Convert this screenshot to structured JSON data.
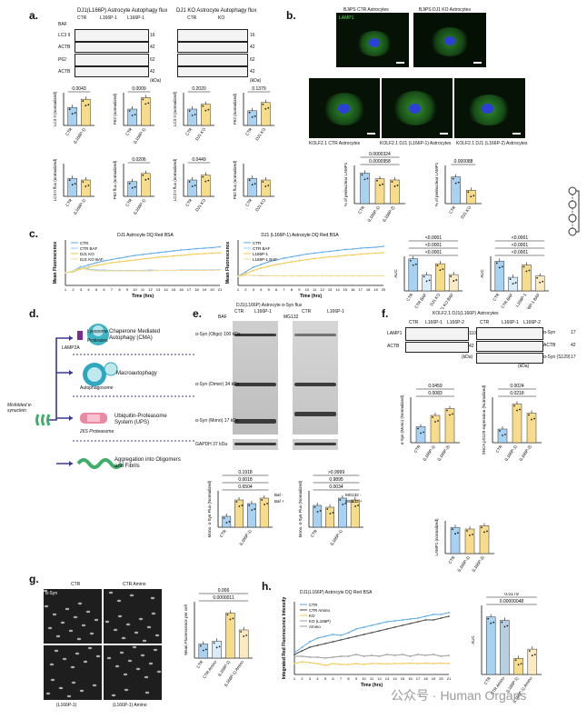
{
  "panels": {
    "a": {
      "letter": "a.",
      "title_left": "DJ1(L166P) Astrocyte Autophagy flux",
      "title_right": "DJ1 KO Astrocyte Autophagy flux",
      "baf_label": "BAF",
      "plus_minus": [
        "-",
        "+",
        "-",
        "+"
      ],
      "lanes_left": [
        "CTR",
        "L166P-1",
        "L166P-1"
      ],
      "lanes_right": [
        "CTR",
        "KO"
      ],
      "blot_rows": [
        "LC3 II",
        "ACTB",
        "P62",
        "ACTB"
      ],
      "kda": [
        "16",
        "42",
        "62",
        "42"
      ],
      "kda_unit": "(kDa)",
      "charts": [
        {
          "ylabel": "LC3 II (normalized)",
          "p": "0.0043",
          "cats": [
            "CTR",
            "(L166P-1)"
          ]
        },
        {
          "ylabel": "P62 (normalized)",
          "p": "0.0009",
          "cats": [
            "CTR",
            "(L166P-1)"
          ]
        },
        {
          "ylabel": "LC3 II (normalized)",
          "p": "0.2020",
          "cats": [
            "CTR",
            "DJ1 KO"
          ]
        },
        {
          "ylabel": "P62 (normalized)",
          "p": "0.1379",
          "cats": [
            "CTR",
            "DJ1 KO"
          ]
        },
        {
          "ylabel": "LC3 II flux (normalized)",
          "p": "",
          "cats": [
            "CTR",
            "(L166P-1)"
          ]
        },
        {
          "ylabel": "P62 flux (normalized)",
          "p": "0.0206",
          "cats": [
            "CTR",
            "(L166P-1)"
          ]
        },
        {
          "ylabel": "LC3 II flux (normalized)",
          "p": "0.0449",
          "cats": [
            "CTR",
            "DJ1 KO"
          ]
        },
        {
          "ylabel": "P62 flux (normalized)",
          "p": "",
          "cats": [
            "CTR",
            "DJ1 KO"
          ]
        }
      ]
    },
    "b": {
      "letter": "b.",
      "img_top_left": "BJiPS CTR Astrocytes",
      "img_top_right": "BJiPS DJ1 KO Astrocytes",
      "lamp1": "LAMP1",
      "img_bottom": [
        "KOLF2.1 CTR Astrocytes",
        "KOLF2.1 DJ1 (L166P-1) Astrocytes",
        "KOLF2.1 DJ1 (L166P-2) Astrocytes"
      ],
      "chart_left": {
        "ylabel": "% of perinuclear LAMP1",
        "p1": "0.0000324",
        "p2": "0.0000958",
        "cats": [
          "CTR",
          "(L166P-1)",
          "(L166P-2)"
        ]
      },
      "chart_right": {
        "ylabel": "% of perinuclear LAMP1",
        "p1": "0.000088",
        "cats": [
          "CTR",
          "DJ1 KO"
        ]
      }
    },
    "c": {
      "letter": "c.",
      "title_left": "DJ1 Astrocyte DQ Red BSA",
      "title_mid": "DJ1 (L166P-1) Astrocyte DQ Red BSA",
      "legend_left": [
        "CTR",
        "CTR BAF",
        "DJ1 KO",
        "DJ1 KO BAF"
      ],
      "legend_mid": [
        "CTR",
        "CTR BAF",
        "L166P-1",
        "L166P-1 BAF"
      ],
      "ylabel": "Mean Fluorescence",
      "xlabel": "Time (hrs)",
      "auc_left": {
        "ylabel": "AUC",
        "p": [
          "<0.0001",
          "<0.0001",
          "<0.0001"
        ],
        "cats": [
          "CTR",
          "CTR BAF",
          "DJ1 KO",
          "DJ1 KO BAF"
        ]
      },
      "auc_right": {
        "ylabel": "AUC",
        "p": [
          "<0.0001",
          "<0.0001",
          "<0.0001"
        ],
        "cats": [
          "CTR",
          "CTR BAF",
          "L166P-1",
          "L166P-1 BAF"
        ]
      }
    },
    "d": {
      "letter": "d.",
      "left_label": "Misfolded α-synuclein",
      "items": [
        "Chaperone Mediated Autophagy (CMA)",
        "Macroautophagy",
        "Ubiquitin-Proteasome System (UPS)",
        "Aggregation into Oligomers and Fibrils"
      ],
      "sub": [
        "Lysosome",
        "LAMP2A",
        "Proteases",
        "Autophagosome",
        "26S Proteasome"
      ]
    },
    "e": {
      "letter": "e.",
      "title": "DJ1(L166P) Astrocyte α-Syn flux",
      "lanes": [
        "CTR",
        "L166P-1",
        "CTR",
        "L166P-1"
      ],
      "treat": [
        "BAF",
        "MG132"
      ],
      "bands": [
        "α-Syn (Oligo) 100 kDa",
        "α-Syn (Dimer) 34 kDa",
        "α-Syn (Mono) 17 kDa",
        "GAPDH 37 kDa"
      ],
      "chart_left": {
        "ylabel": "Mono. α-Syn Flux (Normalized)",
        "p": [
          "0.6504",
          "0.0018",
          "0.1918"
        ],
        "legend": [
          "Baf -",
          "Baf +"
        ],
        "cats": [
          "CTR",
          "(L166P-1)"
        ]
      },
      "chart_right": {
        "ylabel": "Mono. α-Syn Flux (Normalized)",
        "p": [
          "0.0034",
          "0.9895",
          ">0.9999"
        ],
        "legend": [
          "MG132 -",
          "MG132 +"
        ],
        "cats": [
          "CTR",
          "(L166P-1)"
        ]
      }
    },
    "f": {
      "letter": "f.",
      "title": "KOLF2.1 DJ1(L166P) Astrocytes",
      "lanes": [
        "CTR",
        "L166P-1",
        "L166P-2"
      ],
      "blot_left": [
        "LAMP1",
        "ACTB"
      ],
      "kda_left": [
        "110",
        "42"
      ],
      "blot_right": [
        "α-Syn",
        "ACTB",
        "α-Syn (S129)"
      ],
      "kda_right": [
        "17",
        "42",
        "17"
      ],
      "kda_unit": "(kDa)",
      "chart1": {
        "ylabel": "α-Syn (Mono) (Normalized)",
        "p": [
          "0.0083",
          "0.0459"
        ],
        "cats": [
          "CTR",
          "(L166P-1)",
          "(L166P-2)"
        ]
      },
      "chart2": {
        "ylabel": "SNCA pS129 expression (Normalized)",
        "p": [
          "0.0218",
          "0.0024"
        ],
        "cats": [
          "CTR",
          "(L166P-1)",
          "(L166P-2)"
        ]
      },
      "chart3": {
        "ylabel": "LAMP1 (normalized)",
        "cats": [
          "CTR",
          "(L166P-1)",
          "(L166P-2)"
        ]
      }
    },
    "g": {
      "letter": "g.",
      "img_labels": [
        "CTR",
        "CTR Amino",
        "(L166P-1)",
        "(L166P-1) Amino"
      ],
      "stain": "α-Syn",
      "chart": {
        "ylabel": "Mean Fluorescence per cell",
        "p": [
          "0.0000011",
          "0.006"
        ],
        "cats": [
          "CTR",
          "CTR Amino",
          "(L166P-1)",
          "(L166P-1) Amino"
        ]
      }
    },
    "h": {
      "letter": "h.",
      "title": "DJ1(L166P) Astrocyte DQ Red BSA",
      "legend": [
        "CTR",
        "CTR Amino",
        "KO",
        "KO (L166P)",
        "Amino"
      ],
      "ylabel": "Integrated Red Fluorescence Intensity",
      "xlabel": "Time (hrs)",
      "auc": {
        "ylabel": "AUC",
        "p": [
          "0.00000048",
          "0.0179"
        ],
        "cats": [
          "CTR",
          "CTR Amino",
          "(L166P-1)",
          "(L166P-1) Amino"
        ]
      }
    },
    "watermark": "公众号 · Human Organs"
  },
  "chart_data": [
    {
      "type": "line",
      "title": "DJ1 Astrocyte DQ Red BSA",
      "xlabel": "Time (hrs)",
      "ylabel": "Mean Fluorescence",
      "x": [
        1,
        2,
        3,
        4,
        5,
        6,
        7,
        8,
        9,
        10,
        11,
        12,
        13,
        14,
        15,
        16,
        17,
        18,
        19,
        20,
        21
      ],
      "ylim": [
        0,
        1
      ],
      "series": [
        {
          "name": "CTR",
          "color": "#5aa9e6",
          "values": [
            0.28,
            0.3,
            0.4,
            0.45,
            0.5,
            0.54,
            0.57,
            0.6,
            0.63,
            0.66,
            0.68,
            0.7,
            0.72,
            0.74,
            0.76,
            0.78,
            0.79,
            0.81,
            0.82,
            0.83,
            0.85
          ]
        },
        {
          "name": "CTR BAF",
          "color": "#9ecbf0",
          "values": [
            0.28,
            0.32,
            0.42,
            0.36,
            0.34,
            0.34,
            0.33,
            0.33,
            0.33,
            0.33,
            0.33,
            0.34,
            0.33,
            0.33,
            0.33,
            0.34,
            0.34,
            0.34,
            0.34,
            0.34,
            0.35
          ]
        },
        {
          "name": "DJ1 KO",
          "color": "#f0c94a",
          "values": [
            0.28,
            0.3,
            0.36,
            0.4,
            0.44,
            0.47,
            0.5,
            0.52,
            0.54,
            0.56,
            0.58,
            0.6,
            0.62,
            0.63,
            0.65,
            0.66,
            0.68,
            0.69,
            0.7,
            0.71,
            0.72
          ]
        },
        {
          "name": "DJ1 KO BAF",
          "color": "#f6dc94",
          "values": [
            0.28,
            0.31,
            0.38,
            0.34,
            0.32,
            0.32,
            0.32,
            0.32,
            0.32,
            0.32,
            0.32,
            0.32,
            0.33,
            0.33,
            0.33,
            0.33,
            0.33,
            0.33,
            0.33,
            0.33,
            0.34
          ]
        }
      ]
    },
    {
      "type": "line",
      "title": "DJ1 (L166P-1) Astrocyte DQ Red BSA",
      "xlabel": "Time (hrs)",
      "ylabel": "Mean Fluorescence",
      "x": [
        1,
        2,
        3,
        4,
        5,
        6,
        7,
        8,
        9,
        10,
        11,
        12,
        13,
        14,
        15,
        16,
        17,
        18,
        19,
        20
      ],
      "ylim": [
        0,
        1
      ],
      "series": [
        {
          "name": "CTR",
          "color": "#5aa9e6",
          "values": [
            0.2,
            0.3,
            0.4,
            0.46,
            0.52,
            0.56,
            0.6,
            0.63,
            0.66,
            0.69,
            0.71,
            0.73,
            0.75,
            0.77,
            0.79,
            0.8,
            0.82,
            0.83,
            0.84,
            0.86
          ]
        },
        {
          "name": "CTR BAF",
          "color": "#9ecbf0",
          "values": [
            0.2,
            0.22,
            0.22,
            0.21,
            0.21,
            0.21,
            0.21,
            0.21,
            0.21,
            0.21,
            0.21,
            0.21,
            0.21,
            0.21,
            0.21,
            0.21,
            0.21,
            0.21,
            0.21,
            0.21
          ]
        },
        {
          "name": "L166P-1",
          "color": "#f0c94a",
          "values": [
            0.2,
            0.26,
            0.33,
            0.38,
            0.42,
            0.46,
            0.49,
            0.52,
            0.54,
            0.57,
            0.59,
            0.61,
            0.63,
            0.64,
            0.66,
            0.67,
            0.69,
            0.7,
            0.71,
            0.72
          ]
        },
        {
          "name": "L166P-1 BAF",
          "color": "#f6dc94",
          "values": [
            0.2,
            0.22,
            0.22,
            0.22,
            0.21,
            0.21,
            0.21,
            0.21,
            0.21,
            0.21,
            0.21,
            0.21,
            0.21,
            0.21,
            0.21,
            0.21,
            0.21,
            0.21,
            0.21,
            0.21
          ]
        }
      ]
    },
    {
      "type": "bar",
      "title": "",
      "ylabel": "AUC",
      "categories": [
        "CTR",
        "CTR BAF",
        "DJ1 KO",
        "DJ1 KO BAF"
      ],
      "values": [
        13,
        6.5,
        11,
        6.6
      ]
    },
    {
      "type": "bar",
      "title": "",
      "ylabel": "AUC",
      "categories": [
        "CTR",
        "CTR BAF",
        "L166P-1",
        "L166P-1 BAF"
      ],
      "values": [
        12,
        5.5,
        10.5,
        6
      ]
    },
    {
      "type": "line",
      "title": "DJ1(L166P) Astrocyte DQ Red BSA",
      "xlabel": "Time (hrs)",
      "ylabel": "Integrated Red Fluorescence Intensity",
      "x": [
        1,
        2,
        3,
        4,
        5,
        6,
        7,
        8,
        9,
        10,
        11,
        12,
        13,
        14,
        15,
        16,
        17,
        18,
        19,
        20,
        21
      ],
      "ylim": [
        0,
        4000
      ],
      "series": [
        {
          "name": "CTR",
          "color": "#5aa9e6",
          "values": [
            1200,
            1500,
            1800,
            2000,
            2100,
            2200,
            2150,
            2300,
            2500,
            2600,
            2700,
            2800,
            2900,
            2950,
            3000,
            3050,
            3100,
            3200,
            3300,
            3300,
            3400
          ]
        },
        {
          "name": "CTR Amino",
          "color": "#4a4a4a",
          "values": [
            1100,
            1300,
            1500,
            1600,
            1700,
            1800,
            1900,
            2000,
            2100,
            2200,
            2300,
            2400,
            2500,
            2600,
            2700,
            2800,
            2900,
            3000,
            3000,
            3100,
            3200
          ]
        },
        {
          "name": "KO",
          "color": "#f0c94a",
          "values": [
            600,
            700,
            650,
            600,
            500,
            600,
            550,
            550,
            600,
            550,
            600,
            600,
            580,
            600,
            600,
            620,
            600,
            620,
            600,
            620,
            600
          ]
        },
        {
          "name": "KO (L166P) Amino",
          "color": "#9a9a9a",
          "values": [
            1000,
            1000,
            950,
            950,
            900,
            950,
            1000,
            1000,
            1100,
            1000,
            1050,
            1000,
            1100,
            1050,
            1100,
            1000,
            1100,
            1050,
            1100,
            1000,
            1050
          ]
        }
      ]
    },
    {
      "type": "bar",
      "title": "",
      "ylabel": "AUC",
      "categories": [
        "CTR",
        "CTR Amino",
        "(L166P-1)",
        "(L166P-1) Amino"
      ],
      "values": [
        50000,
        47000,
        14000,
        22000
      ],
      "ylim": [
        0,
        60000
      ]
    }
  ]
}
